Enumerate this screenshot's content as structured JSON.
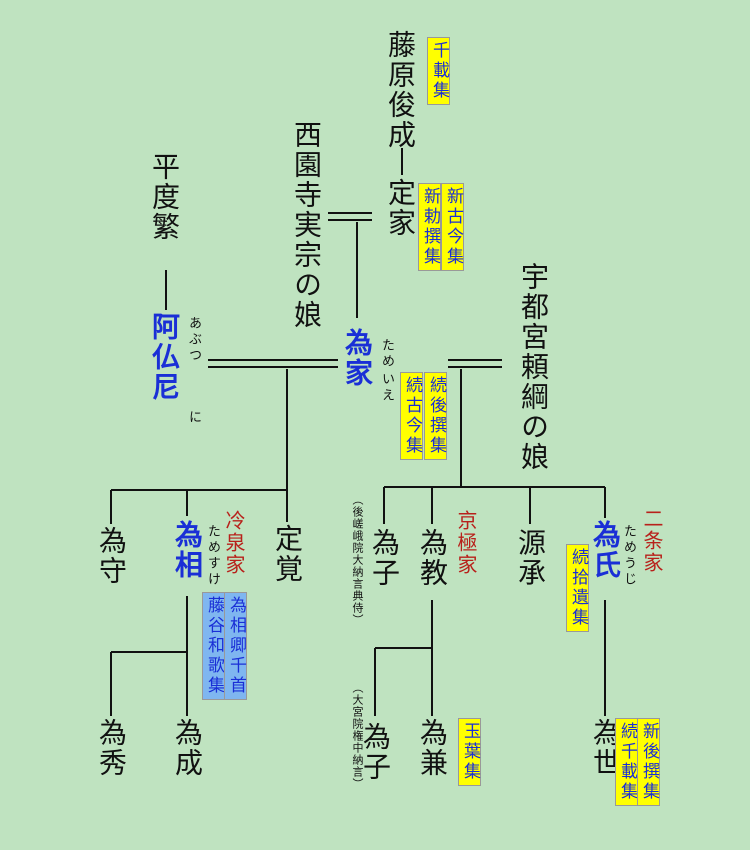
{
  "persons": {
    "fujiwara_shunzei": "藤原俊成",
    "teika": "定家",
    "saionji_daughter": "西園寺実宗の娘",
    "taira_narishige": "平度繁",
    "abutsuni": "阿仏尼",
    "tameie": "為家",
    "utsunomiya_daughter": "宇都宮頼綱の娘",
    "tamemori": "為守",
    "tamesuke": "為相",
    "jokaku": "定覚",
    "tameko1": "為子",
    "tamenori": "為教",
    "genjo": "源承",
    "tameuji": "為氏",
    "tamehide": "為秀",
    "tamenari": "為成",
    "tameko2": "為子",
    "tamekane": "為兼",
    "tameyo": "為世"
  },
  "readings": {
    "abutsuni": [
      "あぶつ",
      "に"
    ],
    "tameie": [
      "ため",
      "いえ"
    ],
    "tamesuke": "ためすけ",
    "tameuji": "ためうじ"
  },
  "houses": {
    "reizei": "冷泉家",
    "kyogoku": "京極家",
    "nijo": "二条家"
  },
  "notes": {
    "tameko1": "（後嵯峨院大納言典侍）",
    "tameko2": "（大宮院権中納言）"
  },
  "books": {
    "senzaishu": "千載集",
    "shinkokinshu": "新古今集",
    "shinchokusenshu": "新勅撰集",
    "shokugosenshu": "続後撰集",
    "shokukokinshu": "続古今集",
    "tamesuke_senshu": "為相卿千首",
    "fujigayatsu": "藤谷和歌集",
    "shokushuishu": "続拾遺集",
    "gyokuyoshu": "玉葉集",
    "shingosenshu": "新後撰集",
    "shokusenzaishu": "続千載集"
  },
  "colors": {
    "background": "#bfe3c0",
    "highlight_book": "#ffff00",
    "blue_book": "#7fb6f0",
    "blue_name": "#1a2fd6",
    "house_red": "#b8211b"
  }
}
